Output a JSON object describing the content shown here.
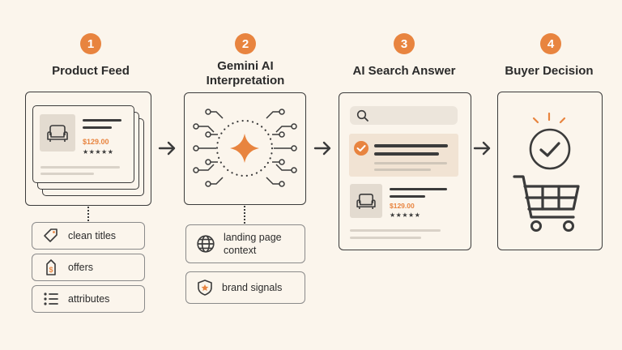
{
  "steps": [
    {
      "num": "1",
      "title": "Product Feed"
    },
    {
      "num": "2",
      "title": "Gemini AI Interpretation"
    },
    {
      "num": "3",
      "title": "AI Search Answer"
    },
    {
      "num": "4",
      "title": "Buyer Decision"
    }
  ],
  "feed": {
    "price": "$129.00",
    "stars": "★★★★★",
    "attributes": [
      "clean titles",
      "offers",
      "attributes"
    ]
  },
  "gemini": {
    "signals": [
      "landing page context",
      "brand signals"
    ]
  },
  "answer": {
    "price": "$129.00",
    "stars": "★★★★★"
  },
  "colors": {
    "accent": "#e8843f",
    "ink": "#3b3b3b",
    "background": "#fbf5ec"
  }
}
